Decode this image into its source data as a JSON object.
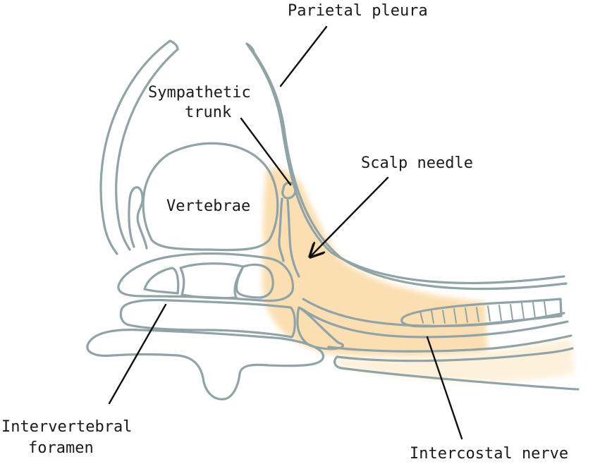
{
  "colors": {
    "outline": "#90a3a6",
    "shade": "#fbdcaa",
    "leader": "#111111",
    "text": "#1a1a1a",
    "background": "#ffffff"
  },
  "labels": {
    "parietal_pleura": "Parietal pleura",
    "sympathetic_trunk_line1": "Sympathetic",
    "sympathetic_trunk_line2": "trunk",
    "scalp_needle": "Scalp needle",
    "vertebrae": "Vertebrae",
    "intervertebral_line1": "Intervertebral",
    "intervertebral_line2": "foramen",
    "intercostal_nerve": "Intercostal nerve"
  }
}
